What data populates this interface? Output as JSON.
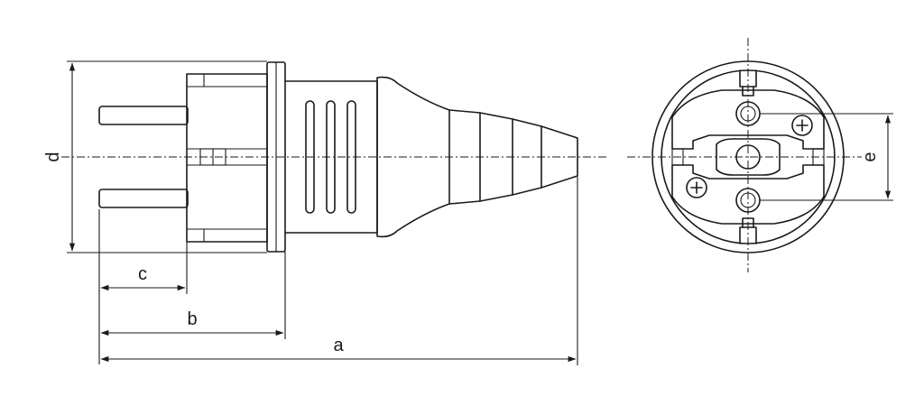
{
  "dimension_labels": {
    "a": "a",
    "b": "b",
    "c": "c",
    "d": "d",
    "e": "e"
  },
  "colors": {
    "line": "#1a1a1a",
    "background": "#ffffff"
  }
}
